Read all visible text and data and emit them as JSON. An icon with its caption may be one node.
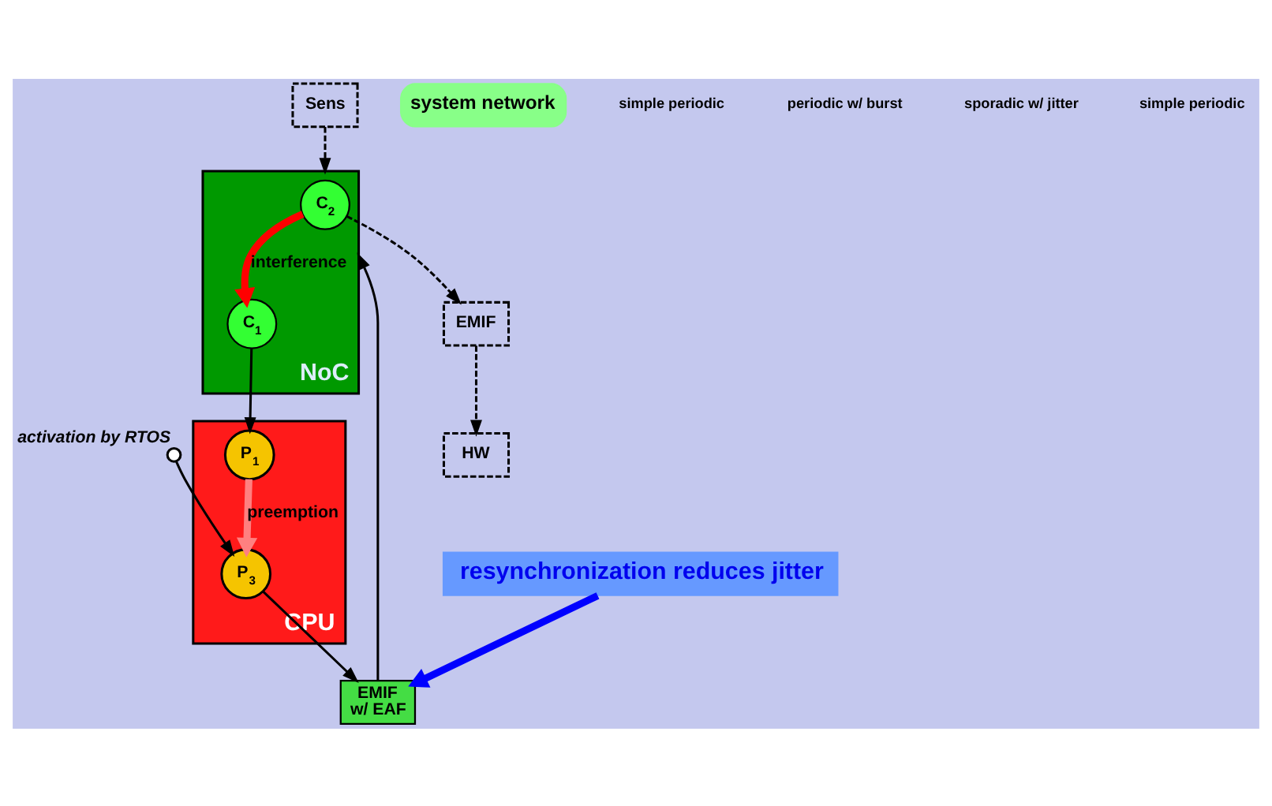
{
  "diagram": {
    "nodes": [
      {
        "text": [],
        "shape": "circle",
        "beside": [
          "activation by RTOS"
        ]
      },
      {
        "text": [
          "CPU"
        ]
      },
      {
        "text": [
          "P$_{1}$"
        ],
        "in": 1
      },
      {
        "text": [
          "P$_{3}$"
        ],
        "in": 1
      },
      {
        "text": [
          "Sens"
        ]
      },
      {
        "text": [
          "EMIF",
          "w/ EAF"
        ]
      },
      {
        "text": [
          "HW"
        ]
      },
      {
        "text": [
          "EMIF"
        ]
      },
      {
        "text": [
          "NoC"
        ]
      },
      {
        "text": [
          "C$_{1}$"
        ],
        "in": 8
      },
      {
        "text": [
          "C$_{2}$"
        ],
        "in": 8
      },
      {
        "text": [
          "resynchronization reduces jitter"
        ]
      },
      {
        "text": [
          "system network"
        ]
      }
    ],
    "edges": [
      {
        "from": 0,
        "to": 3,
        "arrow": "to"
      },
      {
        "from": 2,
        "to": 3,
        "arrow": "to",
        "label": "preemption",
        "style": "thick",
        "color": "#ff8080"
      },
      {
        "from": 3,
        "to": 5,
        "arrow": "to"
      },
      {
        "from": 5,
        "to": 8,
        "arrow": "to"
      },
      {
        "from": 9,
        "to": 2,
        "arrow": "to"
      },
      {
        "from": 4,
        "to": 8,
        "arrow": "to",
        "style": "dashed"
      },
      {
        "from": 10,
        "to": 7,
        "arrow": "to",
        "style": "dashed"
      },
      {
        "from": 7,
        "to": 6,
        "arrow": "to",
        "style": "dashed"
      },
      {
        "from": 10,
        "to": 9,
        "arrow": "to",
        "label": "interference",
        "style": "thick",
        "color": "#ff0000"
      },
      {
        "from": 11,
        "to": 5,
        "arrow": "to",
        "style": "thick",
        "color": "#0000ff"
      }
    ],
    "labels": [
      "simple periodic",
      "periodic w/ burst",
      "sporadic w/ jitter",
      "simple periodic"
    ]
  }
}
